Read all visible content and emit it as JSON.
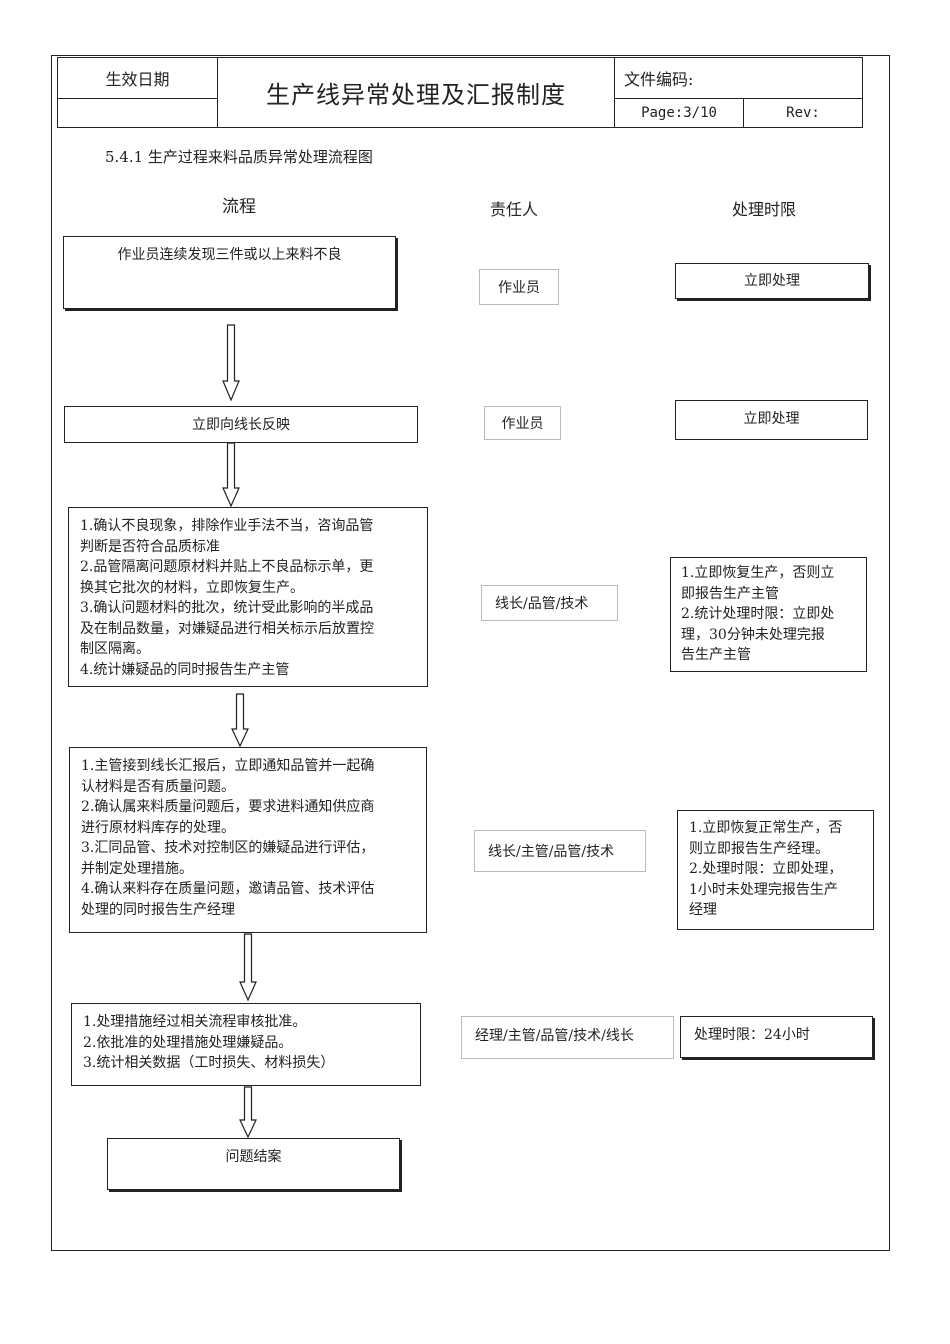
{
  "header": {
    "effective_date_label": "生效日期",
    "title": "生产线异常处理及汇报制度",
    "doc_code_label": "文件编码:",
    "page": "Page:3/10",
    "rev": "Rev:"
  },
  "section_title": "5.4.1 生产过程来料品质异常处理流程图",
  "columns": {
    "flow": "流程",
    "responsible": "责任人",
    "time_limit": "处理时限"
  },
  "steps": [
    {
      "flow": [
        "作业员连续发现三件或以上来料不良"
      ],
      "responsible": "作业员",
      "time_limit": [
        "立即处理"
      ]
    },
    {
      "flow": [
        "立即向线长反映"
      ],
      "responsible": "作业员",
      "time_limit": [
        "立即处理"
      ]
    },
    {
      "flow": [
        "1.确认不良现象，排除作业手法不当，咨询品管",
        "判断是否符合品质标准",
        "2.品管隔离问题原材料并贴上不良品标示单，更",
        "换其它批次的材料，立即恢复生产。",
        "3.确认问题材料的批次，统计受此影响的半成品",
        "及在制品数量，对嫌疑品进行相关标示后放置控",
        "制区隔离。",
        "4.统计嫌疑品的同时报告生产主管"
      ],
      "responsible": "线长/品管/技术",
      "time_limit": [
        "1.立即恢复生产，否则立",
        "即报告生产主管",
        "2.统计处理时限：立即处",
        "理，30分钟未处理完报",
        "告生产主管"
      ]
    },
    {
      "flow": [
        "1.主管接到线长汇报后，立即通知品管并一起确",
        "认材料是否有质量问题。",
        "2.确认属来料质量问题后，要求进料通知供应商",
        "进行原材料库存的处理。",
        "3.汇同品管、技术对控制区的嫌疑品进行评估，",
        "并制定处理措施。",
        "4.确认来料存在质量问题，邀请品管、技术评估",
        "处理的同时报告生产经理"
      ],
      "responsible": "线长/主管/品管/技术",
      "time_limit": [
        "1.立即恢复正常生产，否",
        "则立即报告生产经理。",
        "2.处理时限：立即处理，",
        "1小时未处理完报告生产",
        "经理"
      ]
    },
    {
      "flow": [
        "1.处理措施经过相关流程审核批准。",
        "2.依批准的处理措施处理嫌疑品。",
        "3.统计相关数据（工时损失、材料损失）"
      ],
      "responsible": "经理/主管/品管/技术/线长",
      "time_limit": [
        "处理时限：24小时"
      ]
    },
    {
      "flow": [
        "问题结案"
      ]
    }
  ]
}
